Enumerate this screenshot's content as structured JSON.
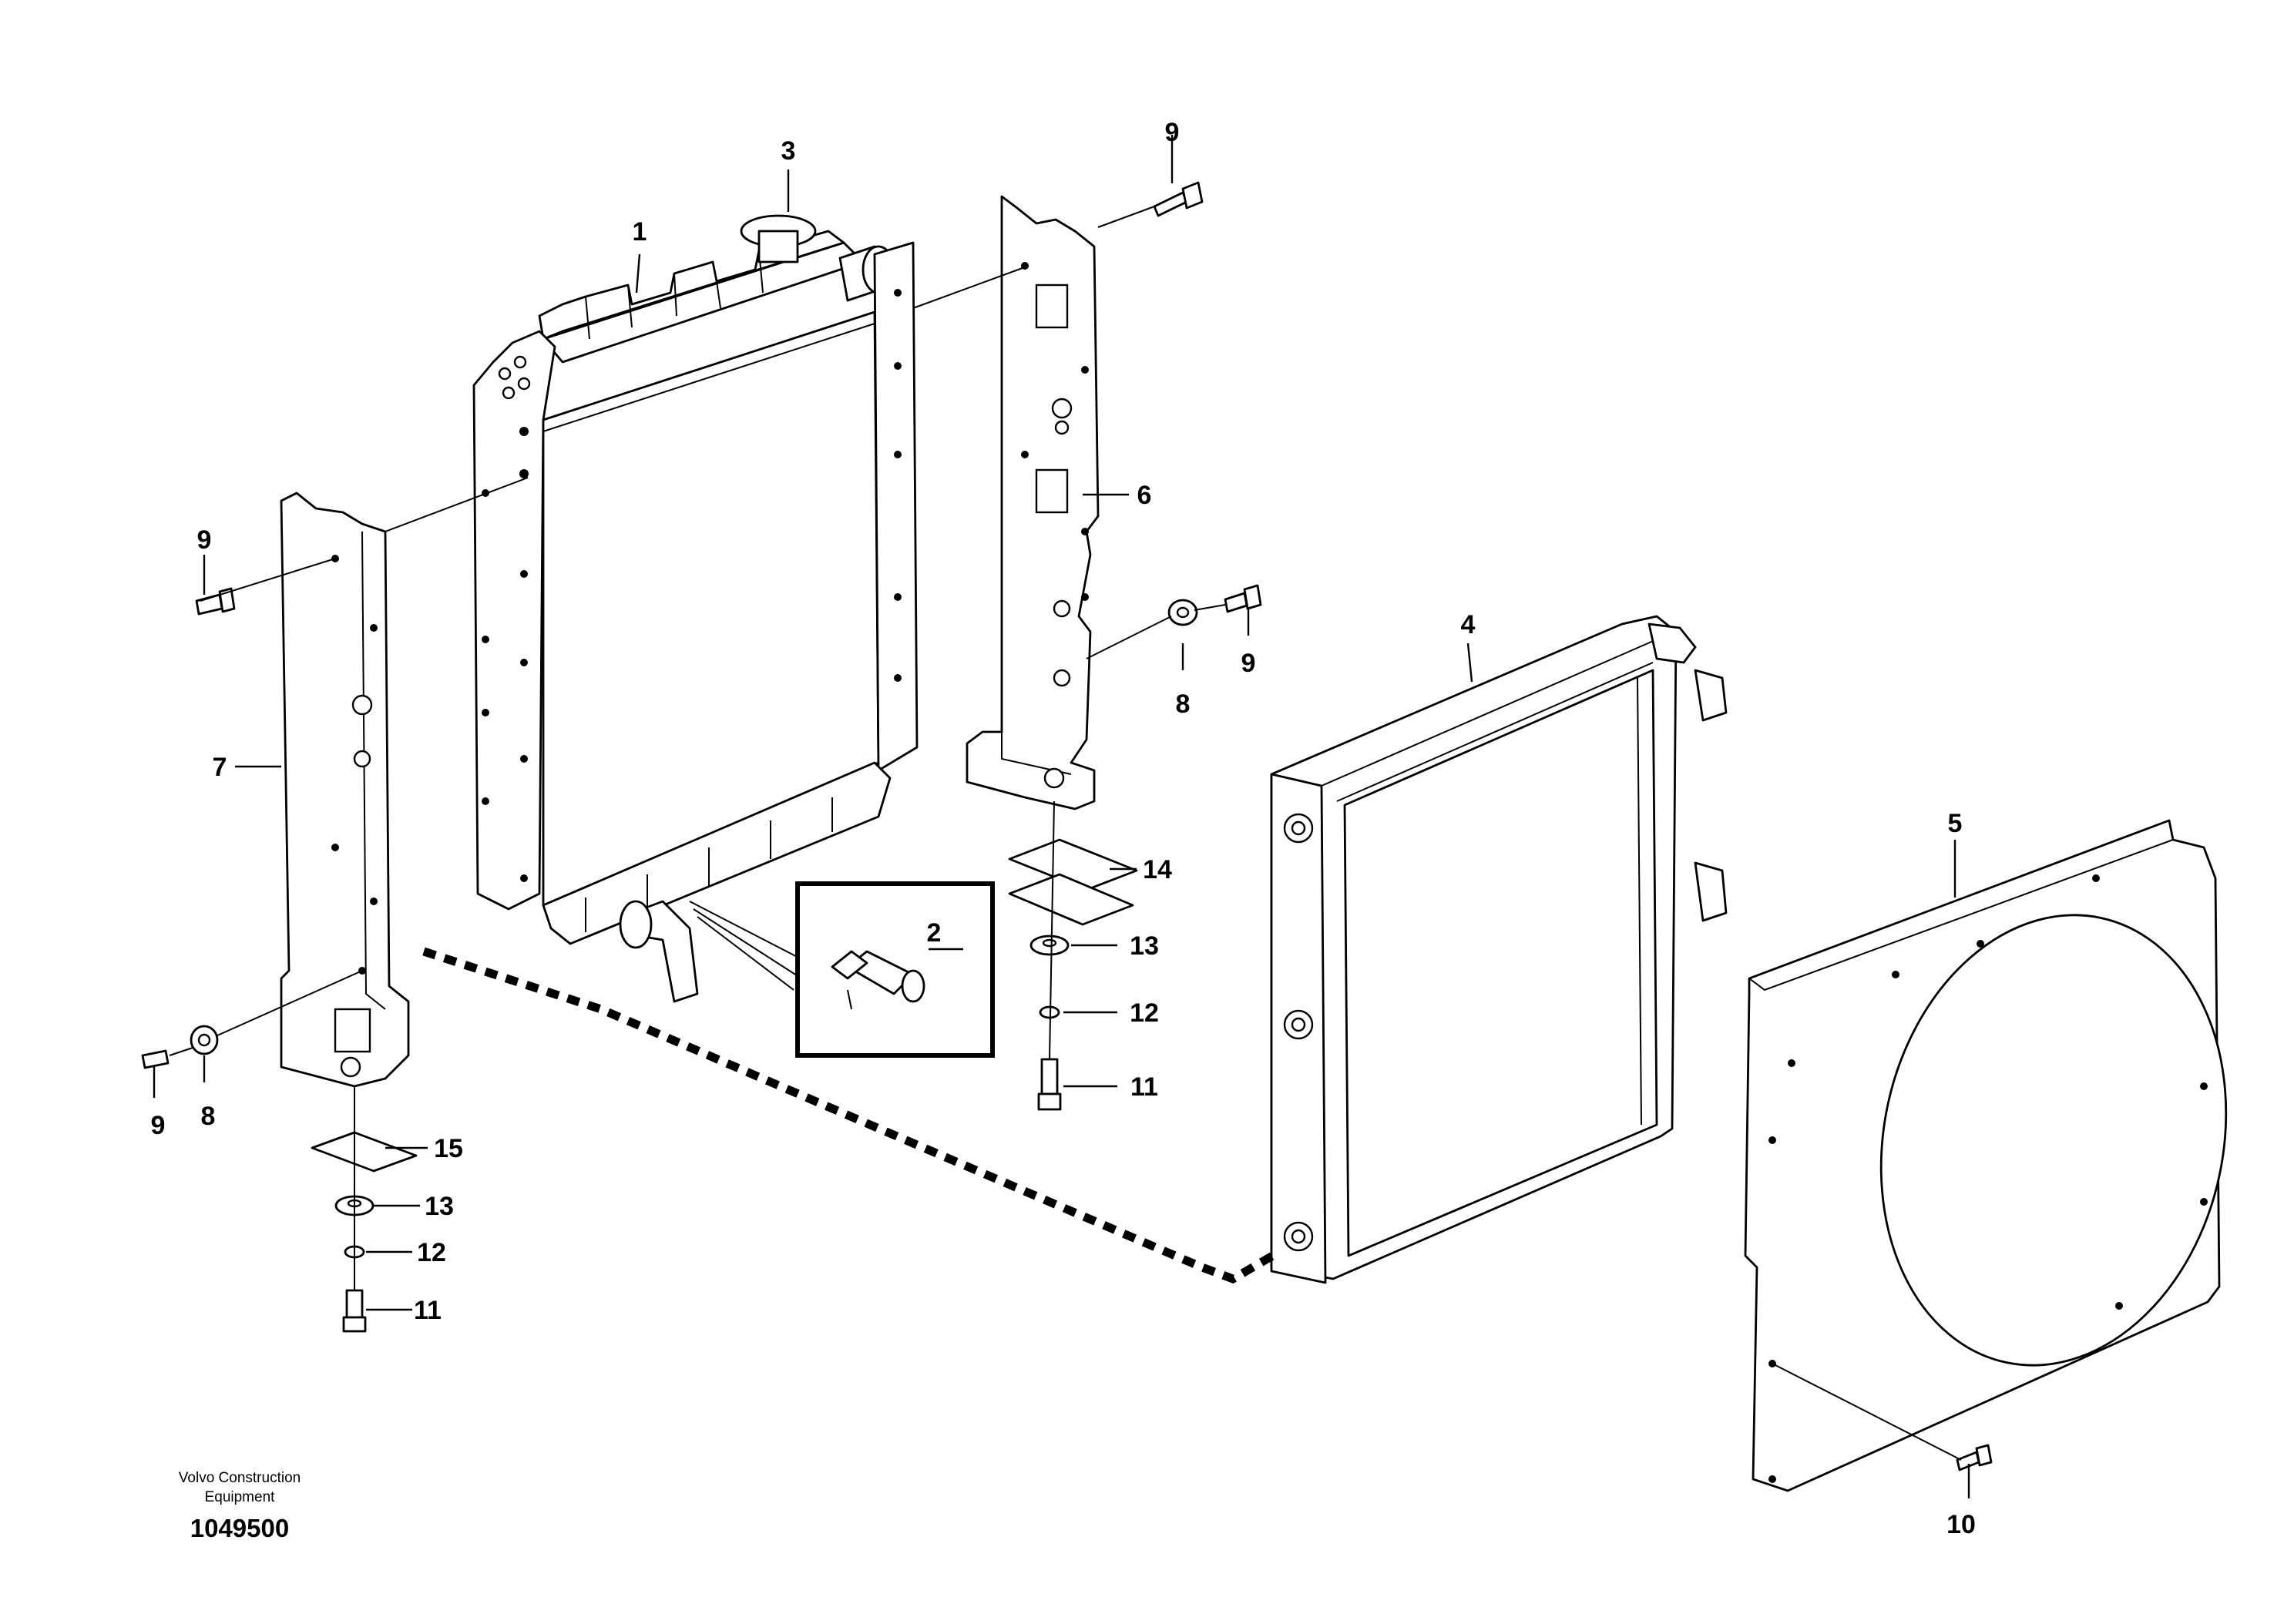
{
  "diagram": {
    "callouts": [
      {
        "id": "c1",
        "text": "1"
      },
      {
        "id": "c2",
        "text": "2"
      },
      {
        "id": "c3",
        "text": "3"
      },
      {
        "id": "c4",
        "text": "4"
      },
      {
        "id": "c5",
        "text": "5"
      },
      {
        "id": "c6",
        "text": "6"
      },
      {
        "id": "c7",
        "text": "7"
      },
      {
        "id": "c8a",
        "text": "8"
      },
      {
        "id": "c8b",
        "text": "8"
      },
      {
        "id": "c9a",
        "text": "9"
      },
      {
        "id": "c9b",
        "text": "9"
      },
      {
        "id": "c9c",
        "text": "9"
      },
      {
        "id": "c9d",
        "text": "9"
      },
      {
        "id": "c10",
        "text": "10"
      },
      {
        "id": "c11a",
        "text": "11"
      },
      {
        "id": "c11b",
        "text": "11"
      },
      {
        "id": "c12a",
        "text": "12"
      },
      {
        "id": "c12b",
        "text": "12"
      },
      {
        "id": "c13a",
        "text": "13"
      },
      {
        "id": "c13b",
        "text": "13"
      },
      {
        "id": "c14",
        "text": "14"
      },
      {
        "id": "c15",
        "text": "15"
      }
    ]
  },
  "footer": {
    "company_line1": "Volvo Construction",
    "company_line2": "Equipment",
    "drawing_number": "1049500"
  }
}
